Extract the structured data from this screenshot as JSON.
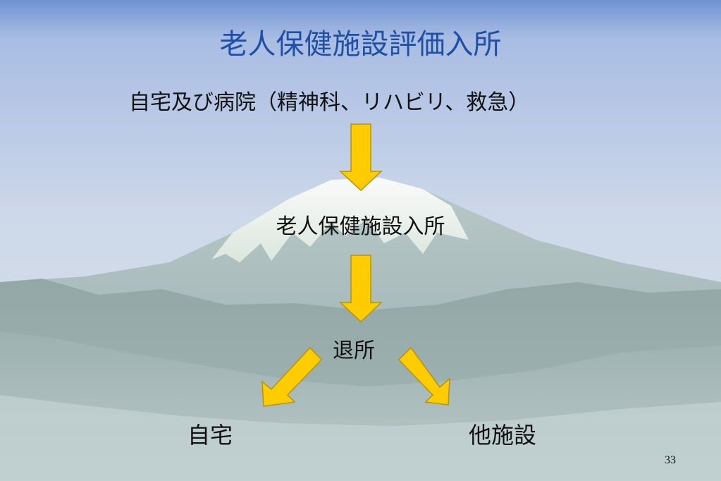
{
  "slide": {
    "title": "老人保健施設評価入所",
    "origin": "自宅及び病院（精神科、リハビリ、救急）",
    "admission": "老人保健施設入所",
    "discharge": "退所",
    "destinations": {
      "home": "自宅",
      "other_facility": "他施設"
    },
    "page_number": "33"
  },
  "colors": {
    "title": "#1f4fa6",
    "arrow_fill": "#ffcc00",
    "arrow_stroke": "#b89400",
    "sky_top": "#6f93d2",
    "sky_bottom": "#d9e1ea"
  },
  "background": "mountain-icon"
}
